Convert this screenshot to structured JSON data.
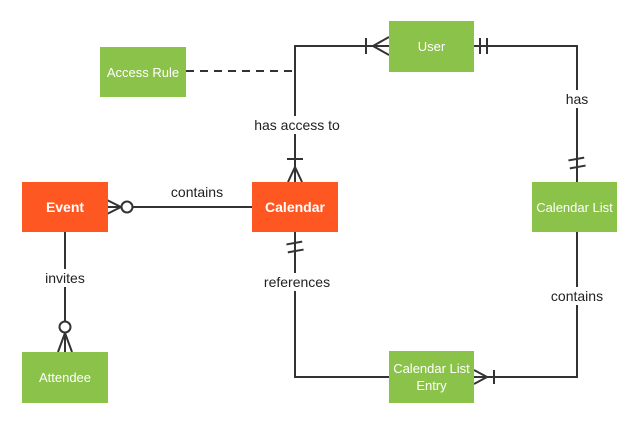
{
  "diagram": {
    "type": "entity-relationship",
    "colors": {
      "primary_entity": "#FF5722",
      "secondary_entity": "#8BC34A",
      "entity_text": "#FFFFFF",
      "line": "#333333",
      "label_text": "#212121",
      "background": "#FFFFFF"
    },
    "entities": {
      "event": {
        "label": "Event",
        "style": "primary"
      },
      "calendar": {
        "label": "Calendar",
        "style": "primary"
      },
      "access_rule": {
        "label": "Access Rule",
        "style": "secondary"
      },
      "user": {
        "label": "User",
        "style": "secondary"
      },
      "calendar_list": {
        "label": "Calendar List",
        "style": "secondary"
      },
      "calendar_list_entry": {
        "label": "Calendar List Entry",
        "style": "secondary"
      },
      "attendee": {
        "label": "Attendee",
        "style": "secondary"
      }
    },
    "relationships": {
      "contains_event": {
        "label": "contains",
        "from": "calendar",
        "to": "event",
        "to_cardinality": "zero-or-many"
      },
      "has_access_to": {
        "label": "has access to",
        "from": "calendar",
        "to": "user",
        "from_cardinality": "one-or-many",
        "to_cardinality": "one-or-many"
      },
      "has": {
        "label": "has",
        "from": "user",
        "to": "calendar_list",
        "from_cardinality": "one-and-only-one",
        "to_cardinality": "one-and-only-one"
      },
      "contains_list": {
        "label": "contains",
        "from": "calendar_list",
        "to": "calendar_list_entry",
        "to_cardinality": "one-or-many"
      },
      "references": {
        "label": "references",
        "from": "calendar",
        "to": "calendar_list_entry",
        "from_cardinality": "one-and-only-one"
      },
      "invites": {
        "label": "invites",
        "from": "event",
        "to": "attendee",
        "to_cardinality": "zero-or-many"
      },
      "access_rule_link": {
        "label": "",
        "from": "access_rule",
        "to": "has_access_to",
        "line_style": "dashed"
      }
    }
  }
}
